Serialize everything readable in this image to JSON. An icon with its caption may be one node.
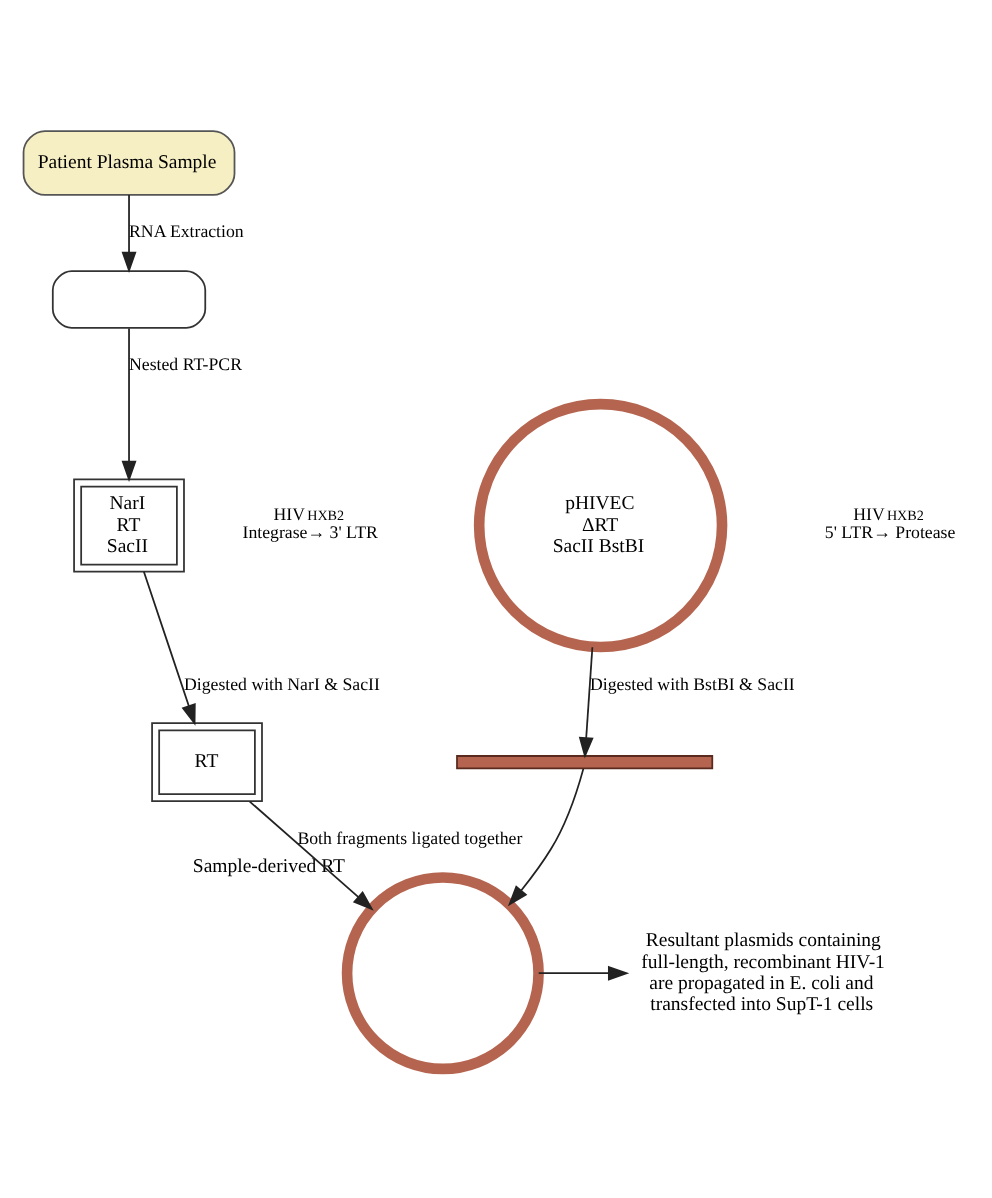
{
  "diagram": {
    "nodes": [
      {
        "text": [
          "Patient Plasma Sample"
        ]
      },
      {
        "text": [],
        "shape": "box"
      },
      {
        "text": [
          "NarI",
          "RT",
          "SacII"
        ]
      },
      {
        "text": [
          "RT"
        ]
      },
      {
        "text": [
          "pHIVEC",
          "ΔRT",
          "SacII BstBI"
        ]
      },
      {
        "text": [],
        "shape": "bar"
      },
      {
        "text": [],
        "shape": "circle",
        "beside": [
          "Sample-derived RT"
        ]
      },
      {
        "text": [
          "Resultant plasmids containing full-length, recombinant HIV-1 are propagated in E. coli and transfected into SupT-1 cells"
        ]
      }
    ],
    "edges": [
      {
        "from": 0,
        "to": 1,
        "arrow": "to",
        "label": "RNA Extraction"
      },
      {
        "from": 1,
        "to": 2,
        "arrow": "to",
        "label": "Nested RT-PCR"
      },
      {
        "from": 2,
        "to": 3,
        "arrow": "to",
        "label": "Digested with NarI & SacII"
      },
      {
        "from": 4,
        "to": 5,
        "arrow": "to",
        "label": "Digested with BstBI & SacII"
      },
      {
        "from": 3,
        "to": 6,
        "arrow": "to",
        "label": "Both fragments ligated together"
      },
      {
        "from": 5,
        "to": 6,
        "arrow": "to"
      },
      {
        "from": 6,
        "to": 7,
        "arrow": "to"
      }
    ],
    "labels": [
      "HIV$_{HXB2}$ Integrase→ 3' LTR",
      "HIV$_{HXB2}$ 5' LTR→ Protease"
    ]
  }
}
